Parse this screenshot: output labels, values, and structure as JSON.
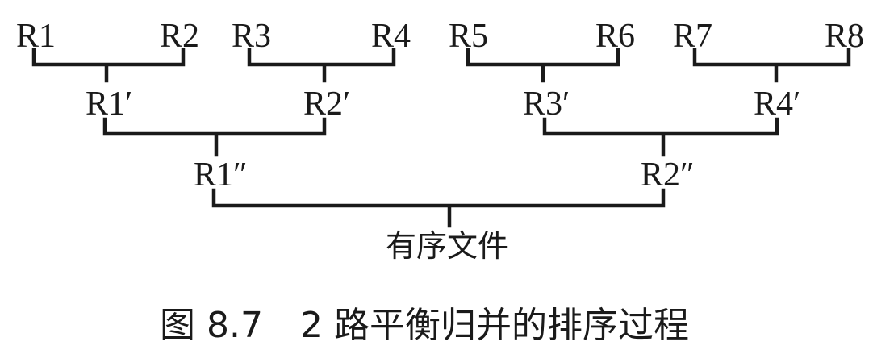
{
  "runs": {
    "initial": [
      "R1",
      "R2",
      "R3",
      "R4",
      "R5",
      "R6",
      "R7",
      "R8"
    ],
    "pass1": [
      "R1′",
      "R2′",
      "R3′",
      "R4′"
    ],
    "pass2": [
      "R1″",
      "R2″"
    ],
    "result": "有序文件"
  },
  "caption": {
    "number": "图 8.7",
    "text": "2 路平衡归并的排序过程"
  },
  "colors": {
    "ink": "#1a1a1a",
    "background": "#ffffff"
  }
}
